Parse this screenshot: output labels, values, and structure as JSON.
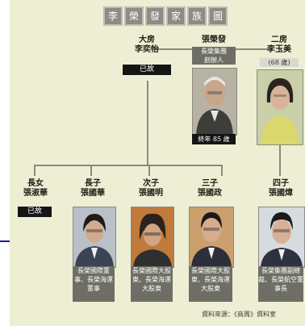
{
  "title_chars": [
    "李",
    "榮",
    "發",
    "家",
    "族",
    "圖"
  ],
  "wife1": {
    "line1": "大房",
    "line2": "李奕怡",
    "status": "已故"
  },
  "founder": {
    "line1": "張榮發",
    "line2": "長榮集團",
    "line3": "創辦人",
    "age": "終年 85 歲"
  },
  "wife2": {
    "line1": "二房",
    "line2": "李玉美",
    "age": "(68 歲)"
  },
  "children": [
    {
      "line1": "長女",
      "line2": "張淑華",
      "status": "已故"
    },
    {
      "line1": "長子",
      "line2": "張國華",
      "caption": "長榮國際董事、長榮海運董事"
    },
    {
      "line1": "次子",
      "line2": "張國明",
      "caption": "長榮國際大股東、長榮海運大股東"
    },
    {
      "line1": "三子",
      "line2": "張國政",
      "caption": "長榮國際大股東、長榮海運大股東"
    },
    {
      "line1": "四子",
      "line2": "張國煒",
      "caption": "長榮集團副總裁、長榮航空董事長"
    }
  ],
  "source": "資料來源：《商周》資料室"
}
